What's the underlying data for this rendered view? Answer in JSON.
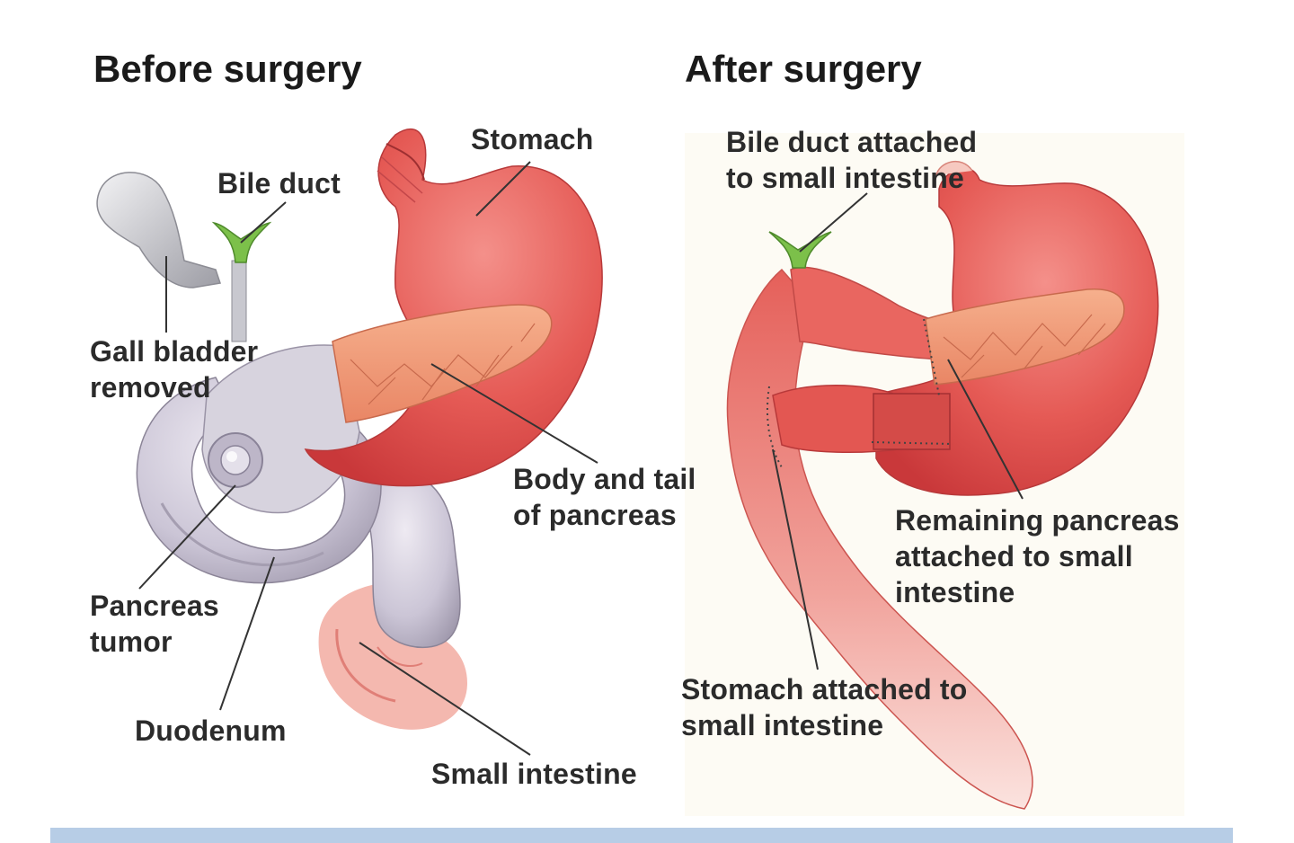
{
  "before": {
    "heading": "Before surgery",
    "labels": {
      "stomach": "Stomach",
      "bile_duct": "Bile duct",
      "gall_bladder": "Gall bladder\nremoved",
      "body_tail": "Body and tail\nof pancreas",
      "pancreas_tumor": "Pancreas\ntumor",
      "duodenum": "Duodenum",
      "small_intestine": "Small intestine"
    }
  },
  "after": {
    "heading": "After surgery",
    "labels": {
      "bile_duct_attached": "Bile duct attached\nto small intestine",
      "remaining_pancreas": "Remaining pancreas\nattached to small\nintestine",
      "stomach_attached": "Stomach attached to\nsmall intestine"
    }
  },
  "colors": {
    "stomach": "#e4534f",
    "pancreas": "#f09a78",
    "duodenum": "#c9c3d3",
    "bile_duct": "#7cc04a",
    "gall_bladder": "#b9b9bf",
    "footer_bar": "#b7cde6"
  }
}
